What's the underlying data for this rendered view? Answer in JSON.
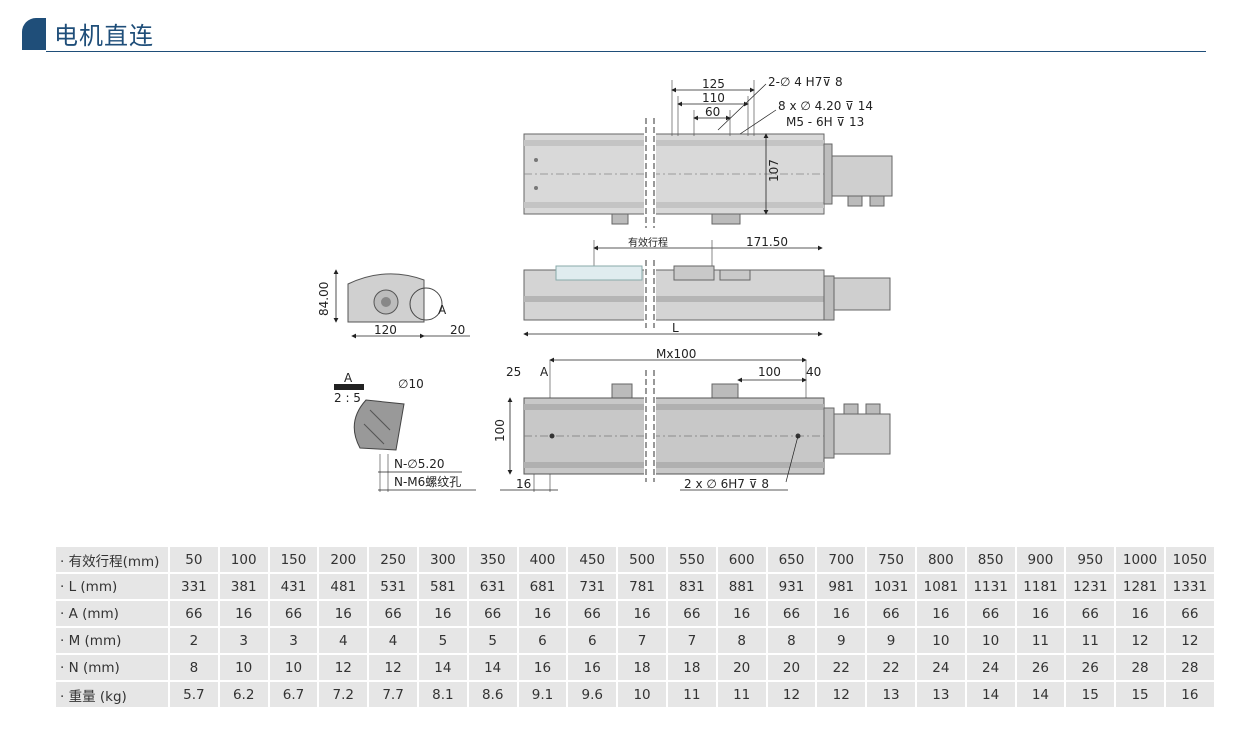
{
  "section_title": "电机直连",
  "drawing": {
    "dims": {
      "d125": "125",
      "d110": "110",
      "d60": "60",
      "hole1": "2-∅ 4 H7⊽ 8",
      "hole2": "8 x ∅ 4.20 ⊽ 14",
      "hole3": "M5 - 6H ⊽ 13",
      "d107": "107",
      "stroke_label": "有效行程",
      "d171": "171.50",
      "d84": "84.00",
      "d120": "120",
      "d20": "20",
      "markA": "A",
      "L": "L",
      "Mx100": "Mx100",
      "d25": "25",
      "dA": "A",
      "d100top": "100",
      "d40": "40",
      "d100side": "100",
      "d16": "16",
      "hole4": "2 x ∅ 6H7 ⊽ 8",
      "detail_label": "A",
      "detail_scale": "2 : 5",
      "d10": "∅10",
      "nhole": "N-∅5.20",
      "nthread": "N-M6螺纹孔"
    }
  },
  "table": {
    "rows": [
      {
        "label": "· 有效行程(mm)",
        "values": [
          "50",
          "100",
          "150",
          "200",
          "250",
          "300",
          "350",
          "400",
          "450",
          "500",
          "550",
          "600",
          "650",
          "700",
          "750",
          "800",
          "850",
          "900",
          "950",
          "1000",
          "1050"
        ]
      },
      {
        "label": "· L (mm)",
        "values": [
          "331",
          "381",
          "431",
          "481",
          "531",
          "581",
          "631",
          "681",
          "731",
          "781",
          "831",
          "881",
          "931",
          "981",
          "1031",
          "1081",
          "1131",
          "1181",
          "1231",
          "1281",
          "1331"
        ]
      },
      {
        "label": "· A (mm)",
        "values": [
          "66",
          "16",
          "66",
          "16",
          "66",
          "16",
          "66",
          "16",
          "66",
          "16",
          "66",
          "16",
          "66",
          "16",
          "66",
          "16",
          "66",
          "16",
          "66",
          "16",
          "66"
        ]
      },
      {
        "label": "· M (mm)",
        "values": [
          "2",
          "3",
          "3",
          "4",
          "4",
          "5",
          "5",
          "6",
          "6",
          "7",
          "7",
          "8",
          "8",
          "9",
          "9",
          "10",
          "10",
          "11",
          "11",
          "12",
          "12"
        ]
      },
      {
        "label": "· N (mm)",
        "values": [
          "8",
          "10",
          "10",
          "12",
          "12",
          "14",
          "14",
          "16",
          "16",
          "18",
          "18",
          "20",
          "20",
          "22",
          "22",
          "24",
          "24",
          "26",
          "26",
          "28",
          "28"
        ]
      },
      {
        "label": "· 重量 (kg)",
        "values": [
          "5.7",
          "6.2",
          "6.7",
          "7.2",
          "7.7",
          "8.1",
          "8.6",
          "9.1",
          "9.6",
          "10",
          "11",
          "11",
          "12",
          "12",
          "13",
          "13",
          "14",
          "14",
          "15",
          "15",
          "16"
        ]
      }
    ]
  }
}
